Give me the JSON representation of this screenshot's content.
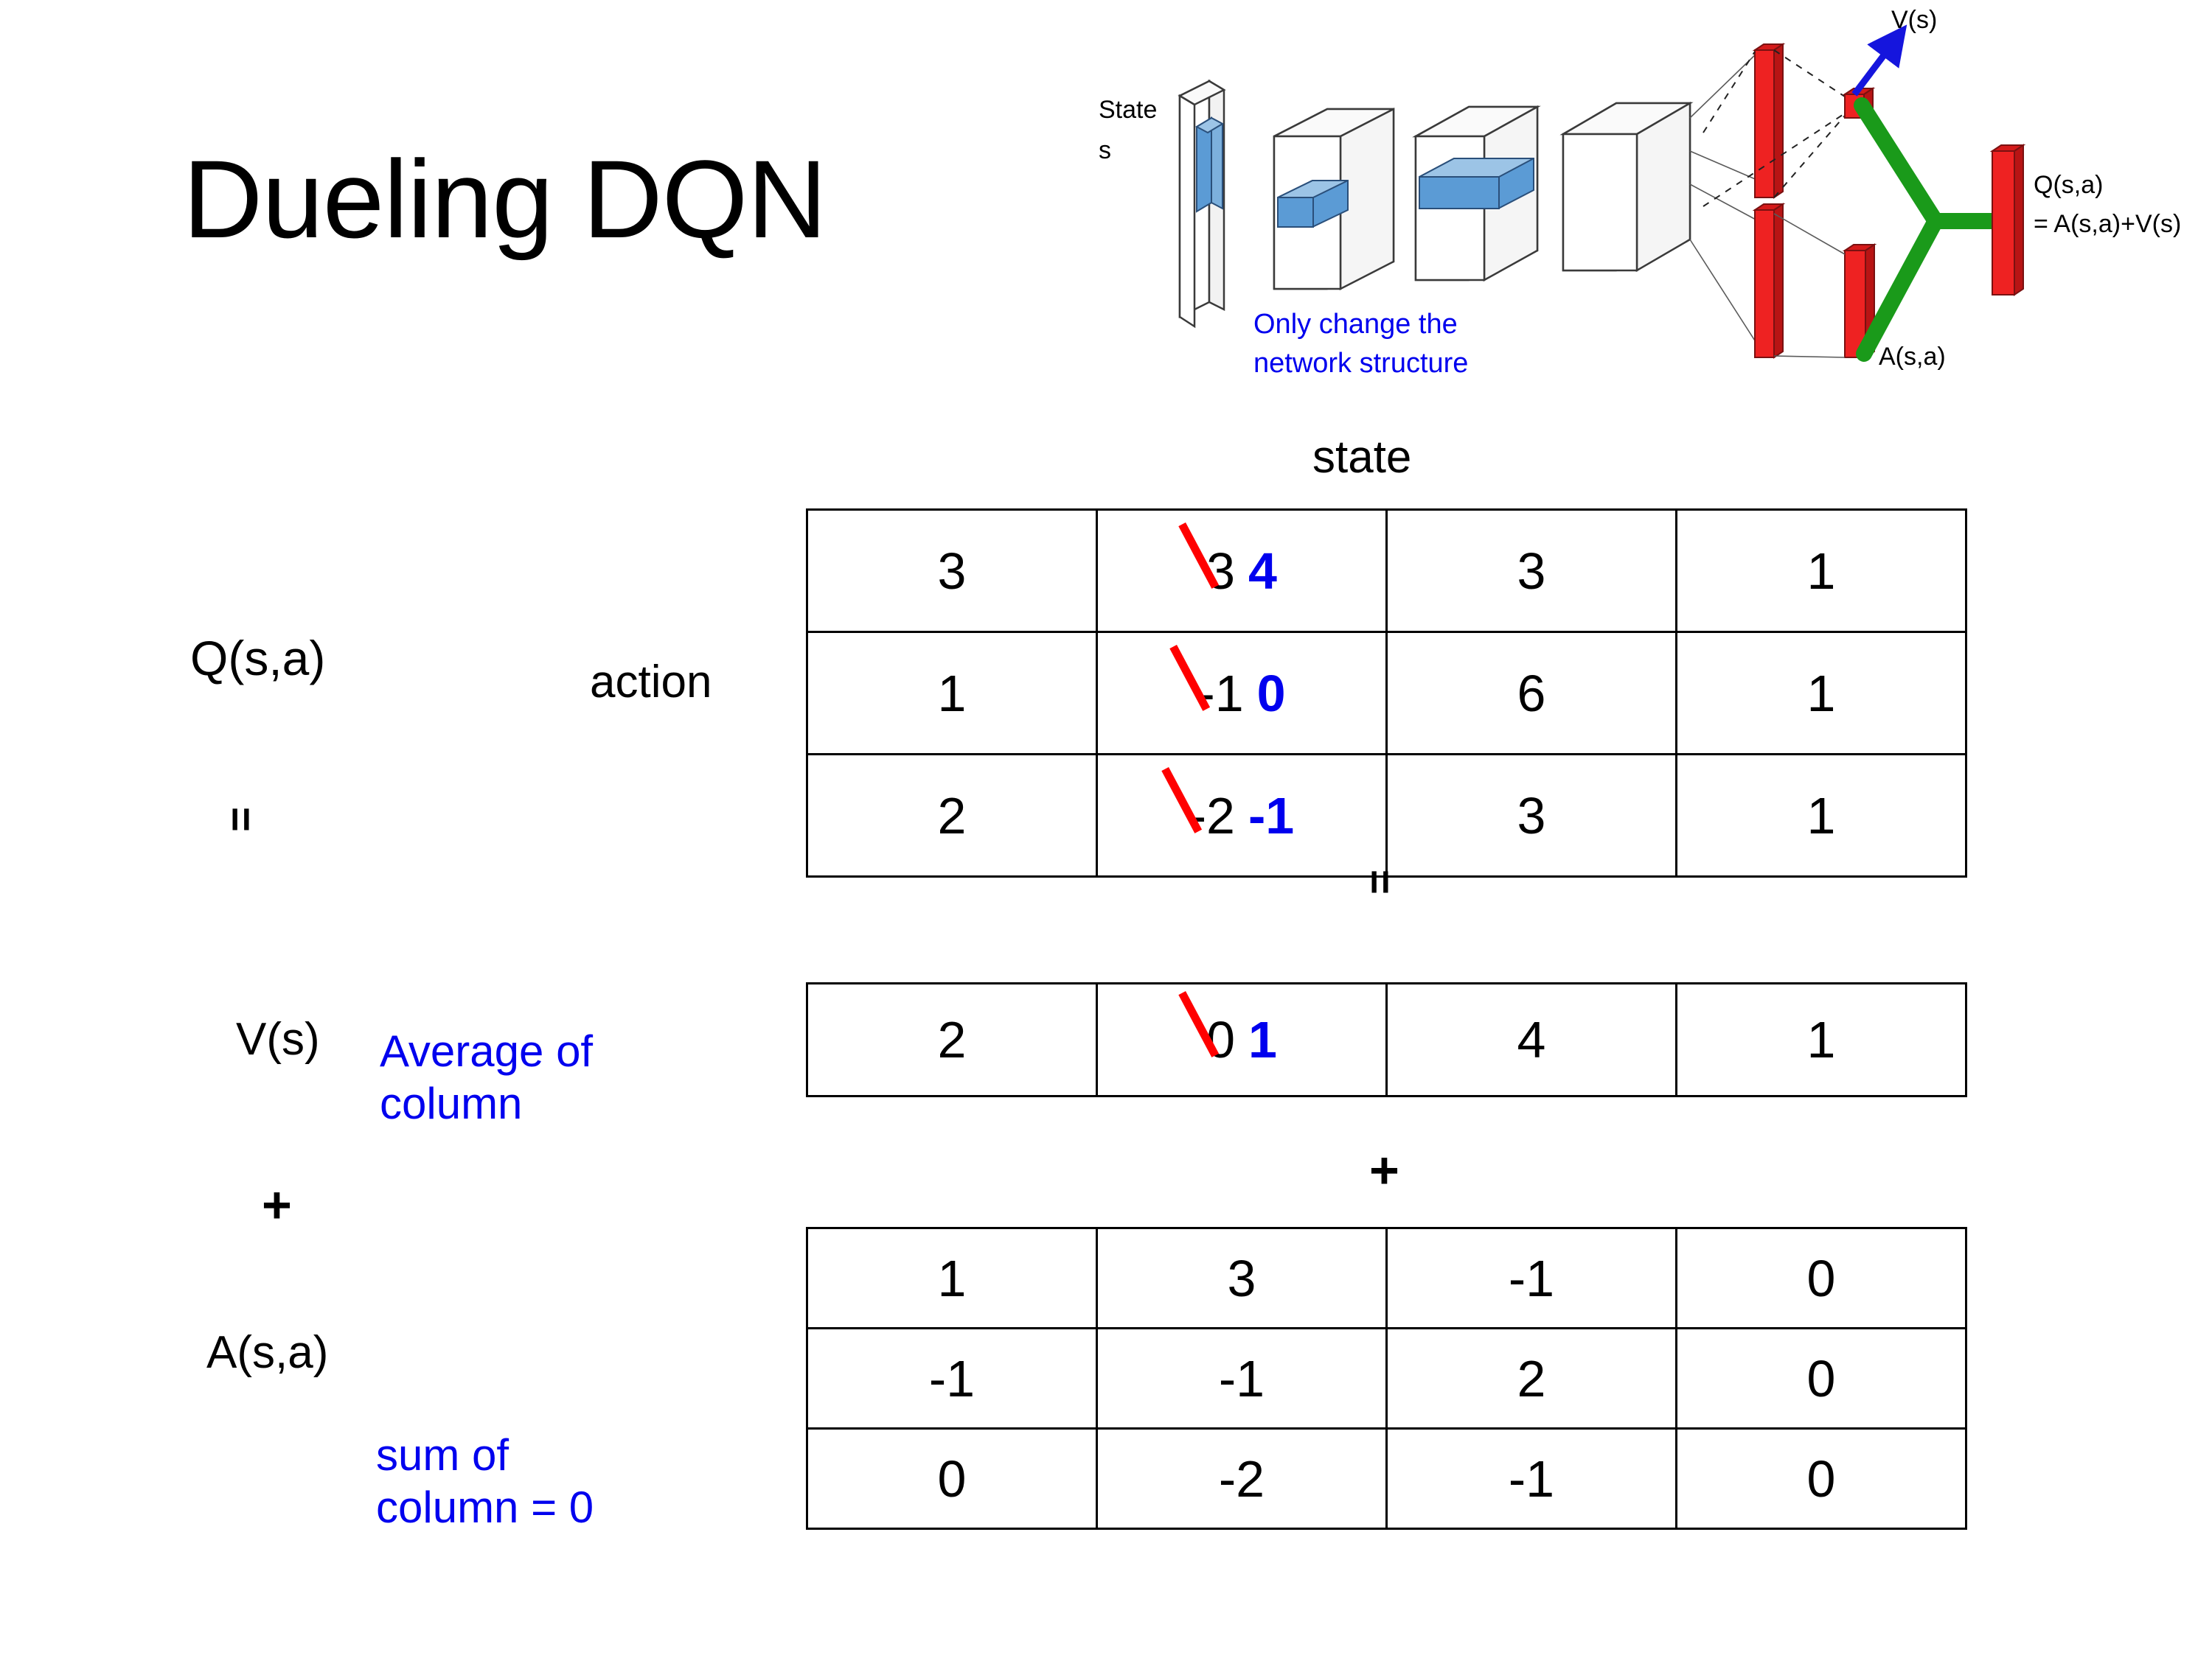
{
  "title": "Dueling DQN",
  "diagram": {
    "state_label_line1": "State",
    "state_label_line2": "s",
    "note_line1": "Only change the",
    "note_line2": "network structure",
    "v_label": "V(s)",
    "a_label": "A(s,a)",
    "q_label_line1": "Q(s,a)",
    "q_label_line2": "= A(s,a)+V(s)",
    "colors": {
      "note": "#0000ee",
      "bar": "#ee2222",
      "combine": "#1a9a1a",
      "arrow": "#1515dd",
      "layer": "#5b9bd5"
    }
  },
  "labels": {
    "state": "state",
    "action": "action",
    "q_label": "Q(s,a)",
    "v_label": "V(s)",
    "a_label": "A(s,a)",
    "equals1": "=",
    "equals2": "=",
    "plus1": "+",
    "plus2": "+",
    "avg_note_line1": "Average of",
    "avg_note_line2": "column",
    "sum_note_line1": "sum of",
    "sum_note_line2": "column = 0",
    "note_color": "#0000ee"
  },
  "chart_data": {
    "type": "table",
    "title": "Dueling DQN decomposition Q(s,a) = V(s) + A(s,a)",
    "xlabel": "state",
    "ylabel": "action",
    "tables": [
      {
        "name": "Q(s,a)",
        "rows": 3,
        "cols": 4,
        "values": [
          [
            "3",
            "3",
            "3",
            "1"
          ],
          [
            "1",
            "-1",
            "6",
            "1"
          ],
          [
            "2",
            "-2",
            "3",
            "1"
          ]
        ],
        "edits": [
          {
            "row": 0,
            "col": 1,
            "old": "3",
            "new": "4"
          },
          {
            "row": 1,
            "col": 1,
            "old": "-1",
            "new": "0"
          },
          {
            "row": 2,
            "col": 1,
            "old": "-2",
            "new": "-1"
          }
        ]
      },
      {
        "name": "V(s)",
        "rows": 1,
        "cols": 4,
        "values": [
          [
            "2",
            "0",
            "4",
            "1"
          ]
        ],
        "edits": [
          {
            "row": 0,
            "col": 1,
            "old": "0",
            "new": "1"
          }
        ]
      },
      {
        "name": "A(s,a)",
        "rows": 3,
        "cols": 4,
        "values": [
          [
            "1",
            "3",
            "-1",
            "0"
          ],
          [
            "-1",
            "-1",
            "2",
            "0"
          ],
          [
            "0",
            "-2",
            "-1",
            "0"
          ]
        ],
        "edits": []
      }
    ]
  },
  "q_table": {
    "r0": {
      "c0": "3",
      "c1_old": "3",
      "c1_new": "4",
      "c2": "3",
      "c3": "1"
    },
    "r1": {
      "c0": "1",
      "c1_old": "-1",
      "c1_new": "0",
      "c2": "6",
      "c3": "1"
    },
    "r2": {
      "c0": "2",
      "c1_old": "-2",
      "c1_new": "-1",
      "c2": "3",
      "c3": "1"
    }
  },
  "v_table": {
    "r0": {
      "c0": "2",
      "c1_old": "0",
      "c1_new": "1",
      "c2": "4",
      "c3": "1"
    }
  },
  "a_table": {
    "r0": {
      "c0": "1",
      "c1": "3",
      "c2": "-1",
      "c3": "0"
    },
    "r1": {
      "c0": "-1",
      "c1": "-1",
      "c2": "2",
      "c3": "0"
    },
    "r2": {
      "c0": "0",
      "c1": "-2",
      "c2": "-1",
      "c3": "0"
    }
  }
}
